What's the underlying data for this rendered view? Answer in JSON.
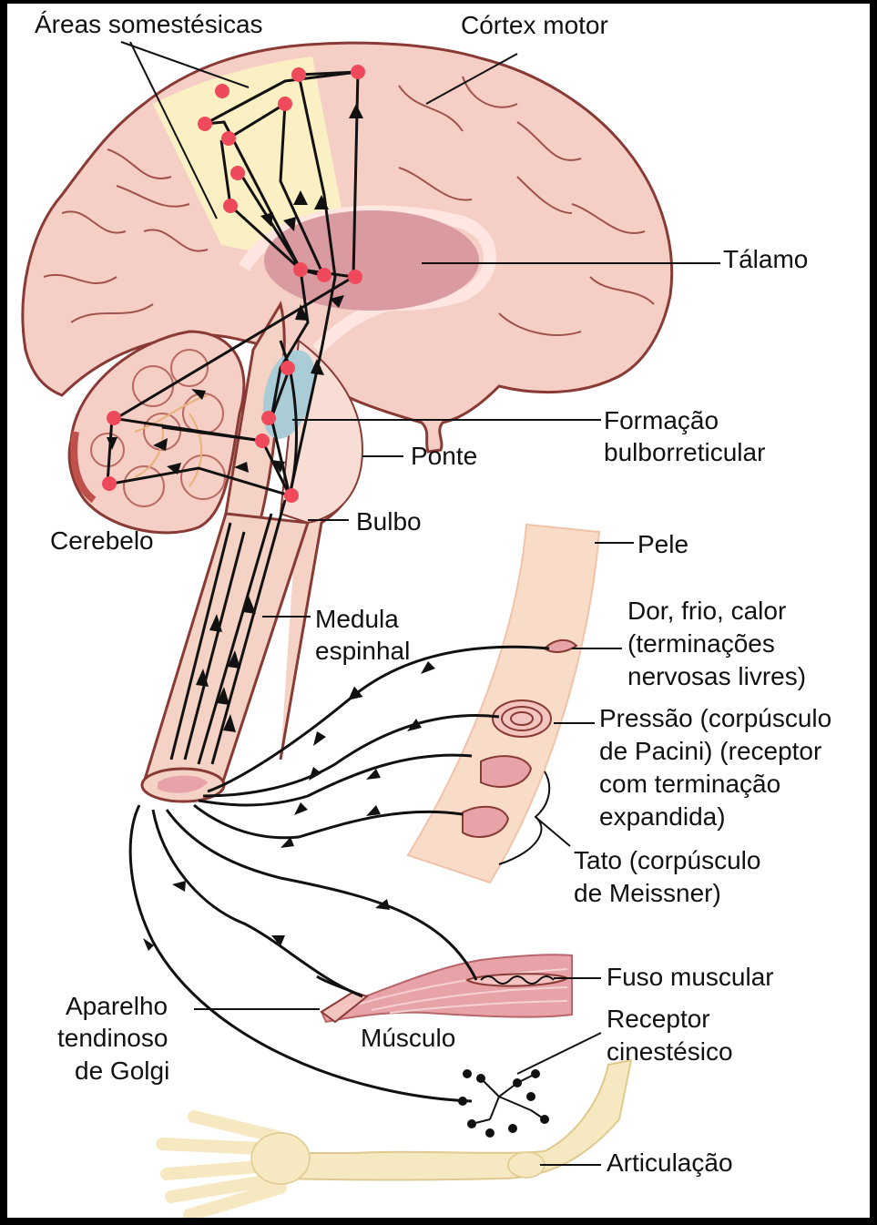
{
  "labels": {
    "areas_somestesicas": "Áreas somestésicas",
    "cortex_motor": "Córtex motor",
    "talamo": "Tálamo",
    "formacao_1": "Formação",
    "formacao_2": "bulborreticular",
    "ponte": "Ponte",
    "bulbo": "Bulbo",
    "cerebelo": "Cerebelo",
    "pele": "Pele",
    "medula_1": "Medula",
    "medula_2": "espinhal",
    "dor_1": "Dor, frio, calor",
    "dor_2": "(terminações",
    "dor_3": "nervosas livres)",
    "pressao_1": "Pressão (corpúsculo",
    "pressao_2": "de Pacini) (receptor",
    "pressao_3": "com terminação",
    "pressao_4": "expandida)",
    "tato_1": "Tato (corpúsculo",
    "tato_2": "de Meissner)",
    "fuso": "Fuso muscular",
    "aparelho_1": "Aparelho",
    "aparelho_2": "tendinoso",
    "aparelho_3": "de Golgi",
    "musculo": "Músculo",
    "receptor_1": "Receptor",
    "receptor_2": "cinestésico",
    "articulacao": "Articulação"
  },
  "colors": {
    "brain_fill": "#f5cfc6",
    "brain_stroke": "#8a3a35",
    "somatic_area": "#fbf0c4",
    "thalamus": "#d99aa0",
    "reticular": "#a9ccd6",
    "node": "#ee4a5b",
    "skin": "#f9dcc8",
    "muscle": "#e7a3a7",
    "bone": "#f6e8c1",
    "nerve": "#111111"
  }
}
